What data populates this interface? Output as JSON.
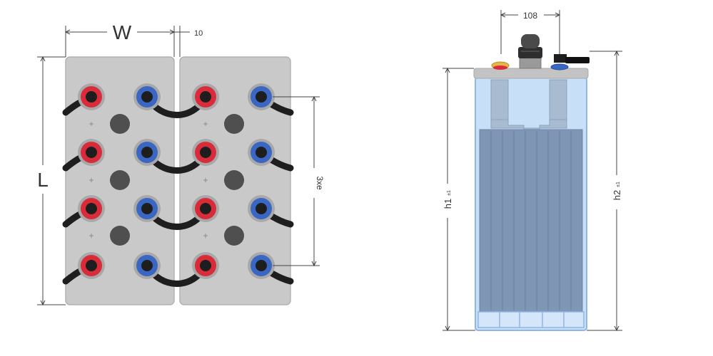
{
  "top_view": {
    "width_label": "W",
    "gap_label": "10",
    "length_label": "L",
    "spacing_label": "3xe",
    "rows": 4,
    "cells_per_block": 2,
    "blocks": 2
  },
  "side_view": {
    "width_label": "108",
    "h1_label": "h1",
    "h1_sub": "±1",
    "h2_label": "h2",
    "h2_sub": "±1"
  },
  "colors": {
    "panel": "#c9c9c9",
    "panel_stroke": "#b3b3b3",
    "positive_terminal": "#d92b3a",
    "negative_terminal": "#3a66c4",
    "cable": "#1e1e1e",
    "vent": "#4f4f4f",
    "container": "#c8dff8",
    "container_stroke": "#8fb6e6",
    "plates": "#7f96b4",
    "dimension_line": "#444444"
  }
}
